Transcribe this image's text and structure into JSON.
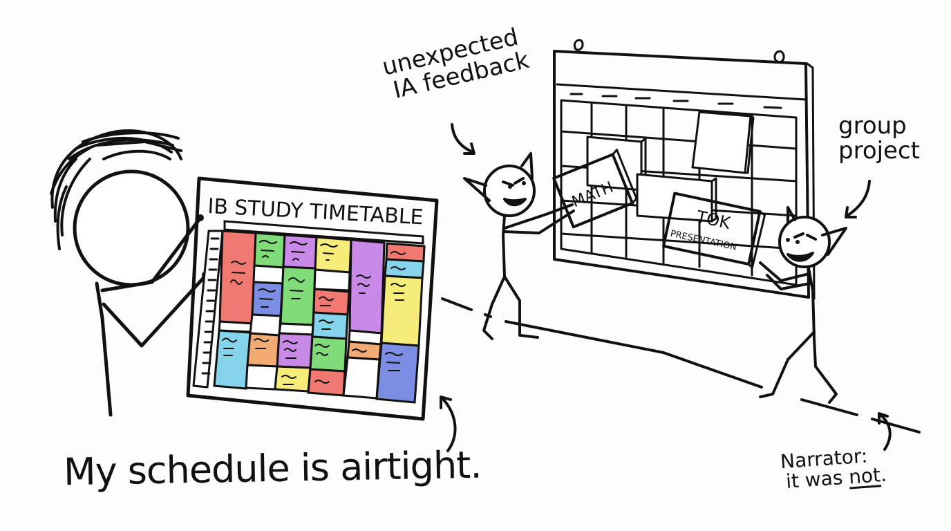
{
  "scene": {
    "caption": "My schedule is airtight.",
    "annotations": {
      "ia_feedback": [
        "unexpected",
        "IA feedback"
      ],
      "group_project": [
        "group",
        "project"
      ],
      "narrator_line1": "Narrator:",
      "narrator_line2_prefix": "it was ",
      "narrator_line2_emph": "not",
      "narrator_line2_suffix": "."
    }
  },
  "timetable": {
    "title": "IB STUDY TIMETABLE",
    "colors": {
      "red": "#f07a72",
      "green": "#7fdc78",
      "purple": "#c88ae6",
      "yellow": "#f6ec7a",
      "blue": "#7c8ee3",
      "cyan": "#86d4ec",
      "orange": "#f2ab72",
      "empty": "#ffffff"
    }
  },
  "wall_calendar": {
    "blocks": [
      {
        "label": "MATH"
      },
      {
        "label_line1": "TOK",
        "label_line2": "PRESENTATION"
      }
    ]
  },
  "characters": [
    {
      "role": "student",
      "description": "stick figure with messy hair holding timetable"
    },
    {
      "role": "goblin-left",
      "description": "goblin inserting MATH block"
    },
    {
      "role": "goblin-right",
      "description": "goblin inserting TOK PRESENTATION block"
    }
  ]
}
